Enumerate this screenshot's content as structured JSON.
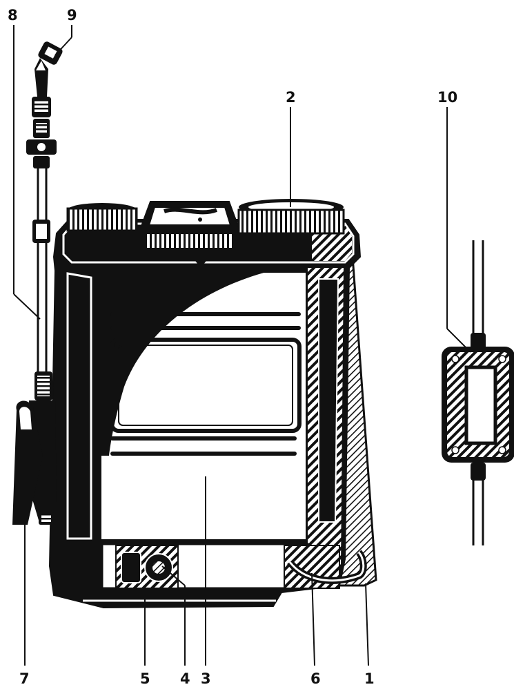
{
  "callouts": [
    {
      "id": "c1",
      "label": "1"
    },
    {
      "id": "c2",
      "label": "2"
    },
    {
      "id": "c3",
      "label": "3"
    },
    {
      "id": "c4",
      "label": "4"
    },
    {
      "id": "c5",
      "label": "5"
    },
    {
      "id": "c6",
      "label": "6"
    },
    {
      "id": "c7",
      "label": "7"
    },
    {
      "id": "c8",
      "label": "8"
    },
    {
      "id": "c9",
      "label": "9"
    },
    {
      "id": "c10",
      "label": "10"
    }
  ],
  "colors": {
    "ink": "#111111",
    "paper": "#ffffff"
  }
}
